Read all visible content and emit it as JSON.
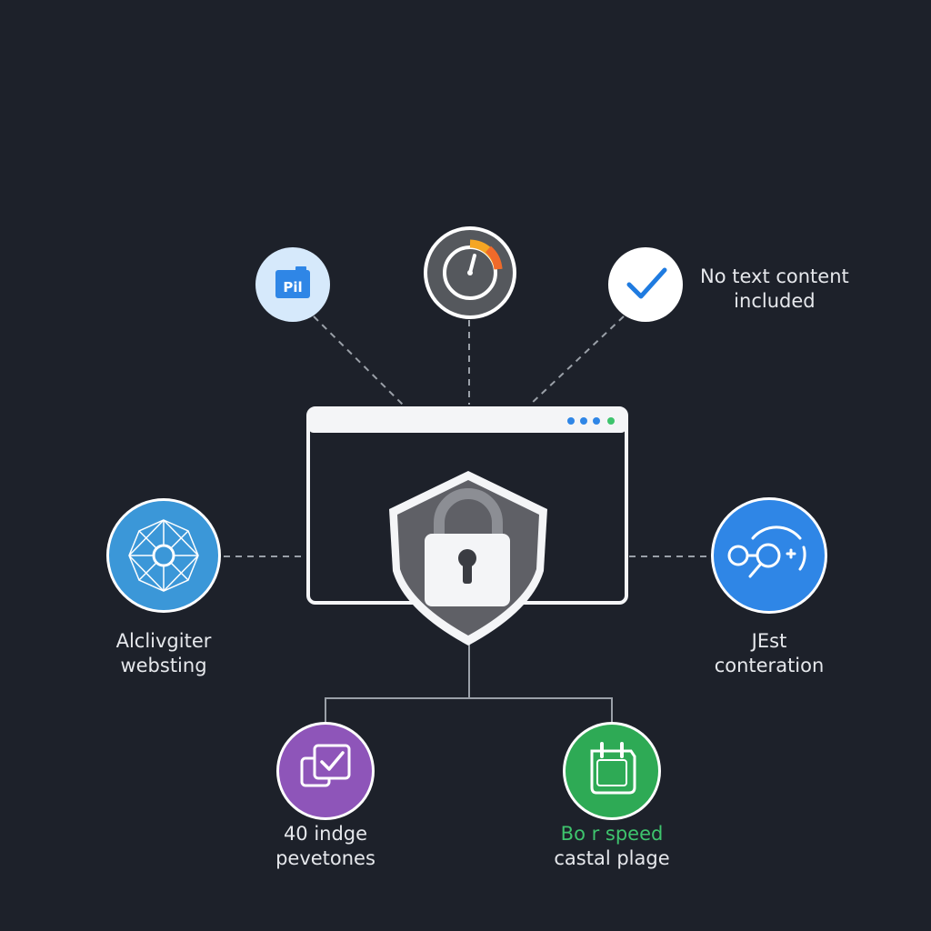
{
  "colors": {
    "background": "#1d212a",
    "connector": "#9aa0a8",
    "browser_frame": "#f4f5f7",
    "shield": "#5f6066",
    "doc_icon_bg": "#d6e9fb",
    "doc_icon_fg": "#2f86e6",
    "gauge_bg": "#55585d",
    "gauge_arc_orange": "#f5a623",
    "gauge_arc_red": "#f06a2a",
    "check_bg": "#ffffff",
    "check_fg": "#1f7be0",
    "network_bg": "#3b97d8",
    "search_bg": "#2f86e6",
    "tasks_bg": "#8e55b9",
    "calendar_bg": "#2eaa55",
    "speed_label_green": "#3ec46d"
  },
  "nodes": {
    "top_left": {
      "icon": "document-chart-icon",
      "icon_text": "Pil"
    },
    "top_center": {
      "icon": "speed-gauge-icon"
    },
    "top_right": {
      "icon": "check-icon",
      "label_line1": "No text content",
      "label_line2": "included"
    },
    "mid_left": {
      "icon": "network-globe-icon",
      "label_line1": "Alclivgiter",
      "label_line2": "websting"
    },
    "mid_right": {
      "icon": "search-refresh-icon",
      "label_line1": "JEst",
      "label_line2": "conteration"
    },
    "bottom_left": {
      "icon": "tasks-check-icon",
      "label_line1": "40 indge",
      "label_line2": "pevetones"
    },
    "bottom_right": {
      "icon": "calendar-icon",
      "label_line1": "Bo r speed",
      "label_line2": "castal plage"
    }
  },
  "center": {
    "window_icon": "browser-window-icon",
    "window_dot_colors": [
      "#2f86e6",
      "#2f86e6",
      "#2f86e6",
      "#3ec46d"
    ],
    "shield_icon": "shield-lock-icon"
  }
}
